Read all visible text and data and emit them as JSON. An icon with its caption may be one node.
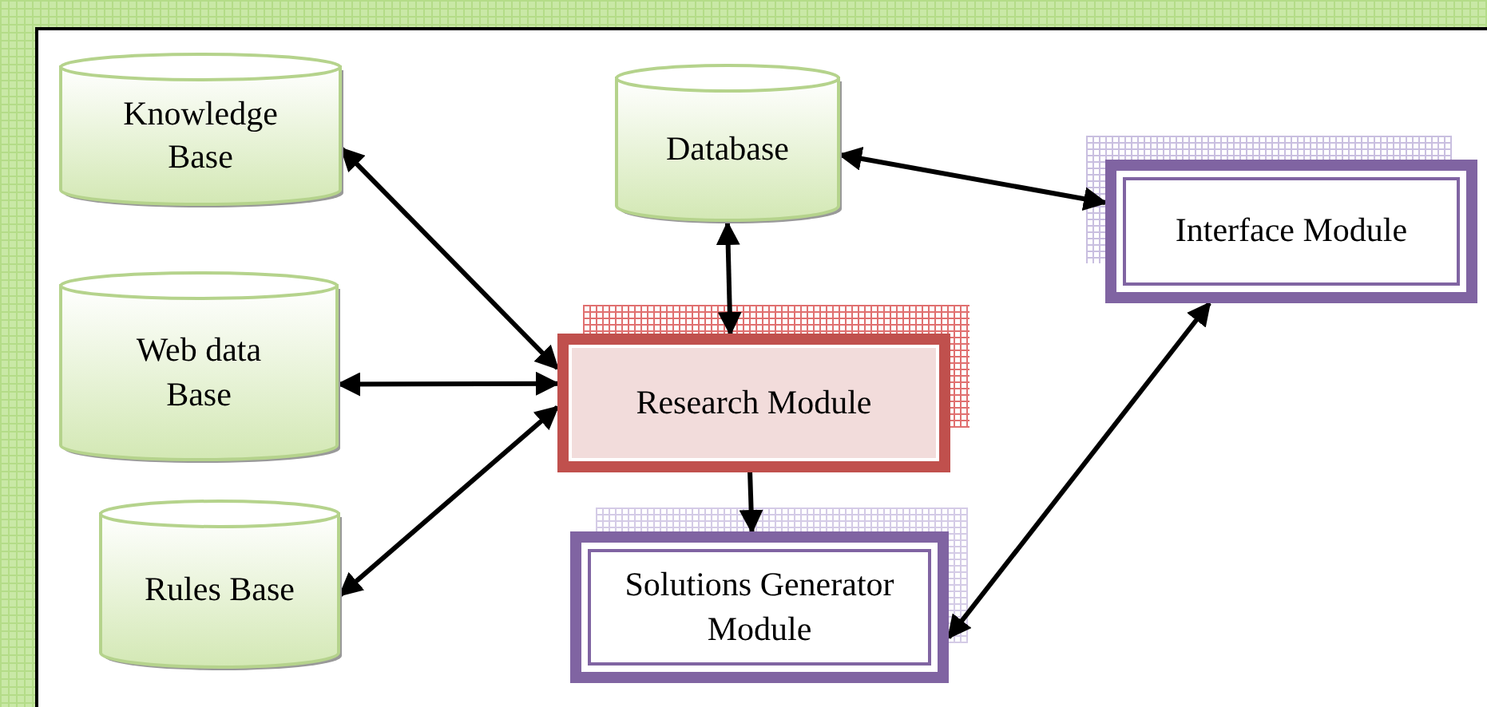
{
  "diagram": {
    "nodes": [
      {
        "text": [
          "Knowledge Base"
        ]
      },
      {
        "text": [
          "Database"
        ]
      },
      {
        "text": [
          "Interface Module"
        ]
      },
      {
        "text": [
          "Web data Base"
        ]
      },
      {
        "text": [
          "Research Module"
        ]
      },
      {
        "text": [
          "Rules Base"
        ]
      },
      {
        "text": [
          "Solutions Generator Module"
        ]
      }
    ],
    "edges": [
      {
        "from": 0,
        "to": 4,
        "arrow": "both"
      },
      {
        "from": 3,
        "to": 4,
        "arrow": "both"
      },
      {
        "from": 5,
        "to": 4,
        "arrow": "both"
      },
      {
        "from": 1,
        "to": 4,
        "arrow": "both"
      },
      {
        "from": 1,
        "to": 2,
        "arrow": "both"
      },
      {
        "from": 4,
        "to": 6,
        "arrow": "to"
      },
      {
        "from": 6,
        "to": 2,
        "arrow": "both"
      }
    ]
  }
}
